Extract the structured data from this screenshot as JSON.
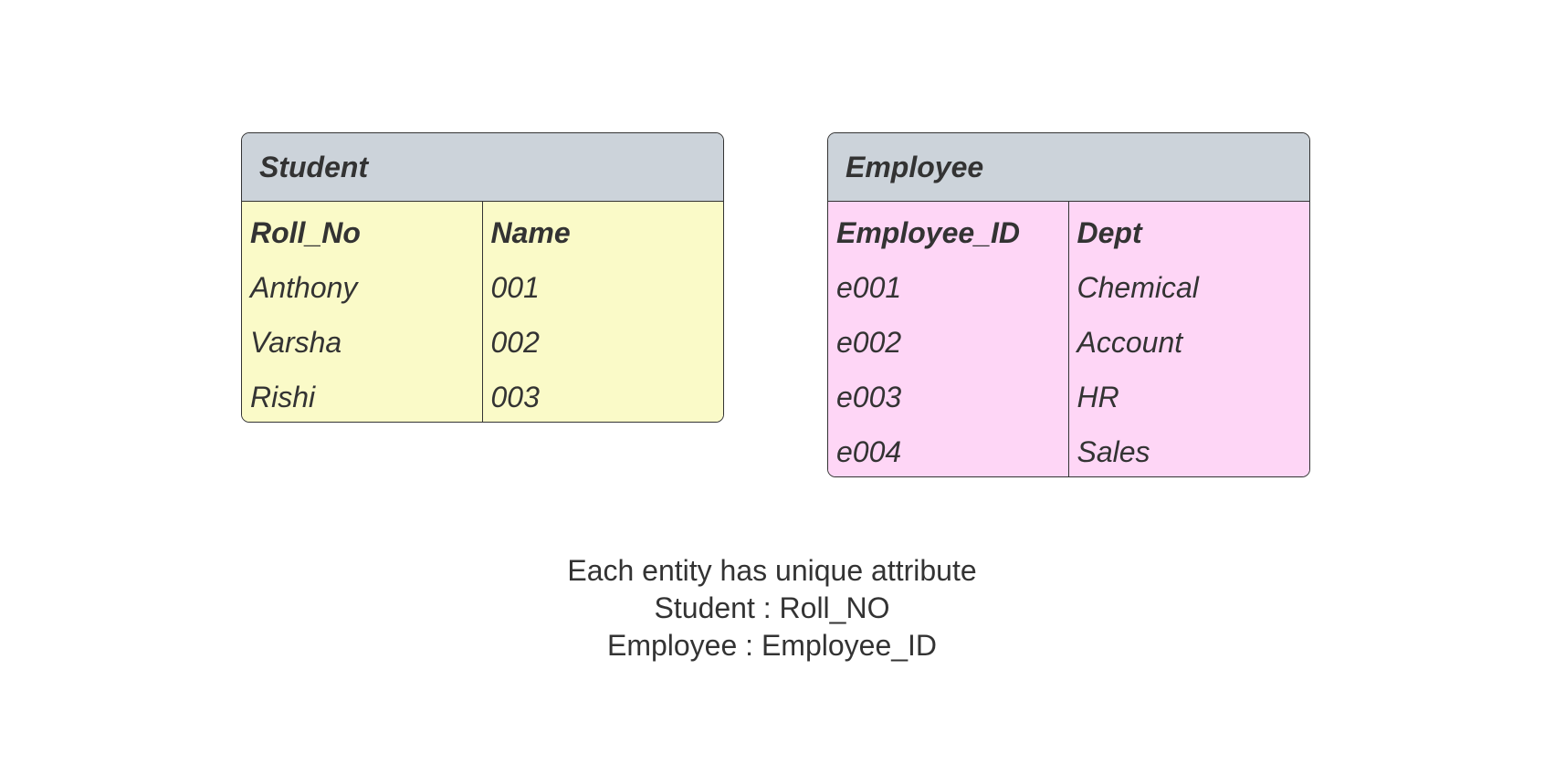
{
  "student": {
    "title": "Student",
    "columns": [
      "Roll_No",
      "Name"
    ],
    "rows": [
      [
        "Anthony",
        "001"
      ],
      [
        "Varsha",
        "002"
      ],
      [
        "Rishi",
        "003"
      ]
    ],
    "header_color": "#ccd3da",
    "body_color": "#fafac8"
  },
  "employee": {
    "title": "Employee",
    "columns": [
      "Employee_ID",
      "Dept"
    ],
    "rows": [
      [
        "e001",
        "Chemical"
      ],
      [
        "e002",
        "Account"
      ],
      [
        "e003",
        "HR"
      ],
      [
        "e004",
        "Sales"
      ]
    ],
    "header_color": "#ccd3da",
    "body_color": "#fed6f6"
  },
  "caption": {
    "line1": "Each entity has unique attribute",
    "line2": "Student : Roll_NO",
    "line3": "Employee : Employee_ID"
  }
}
